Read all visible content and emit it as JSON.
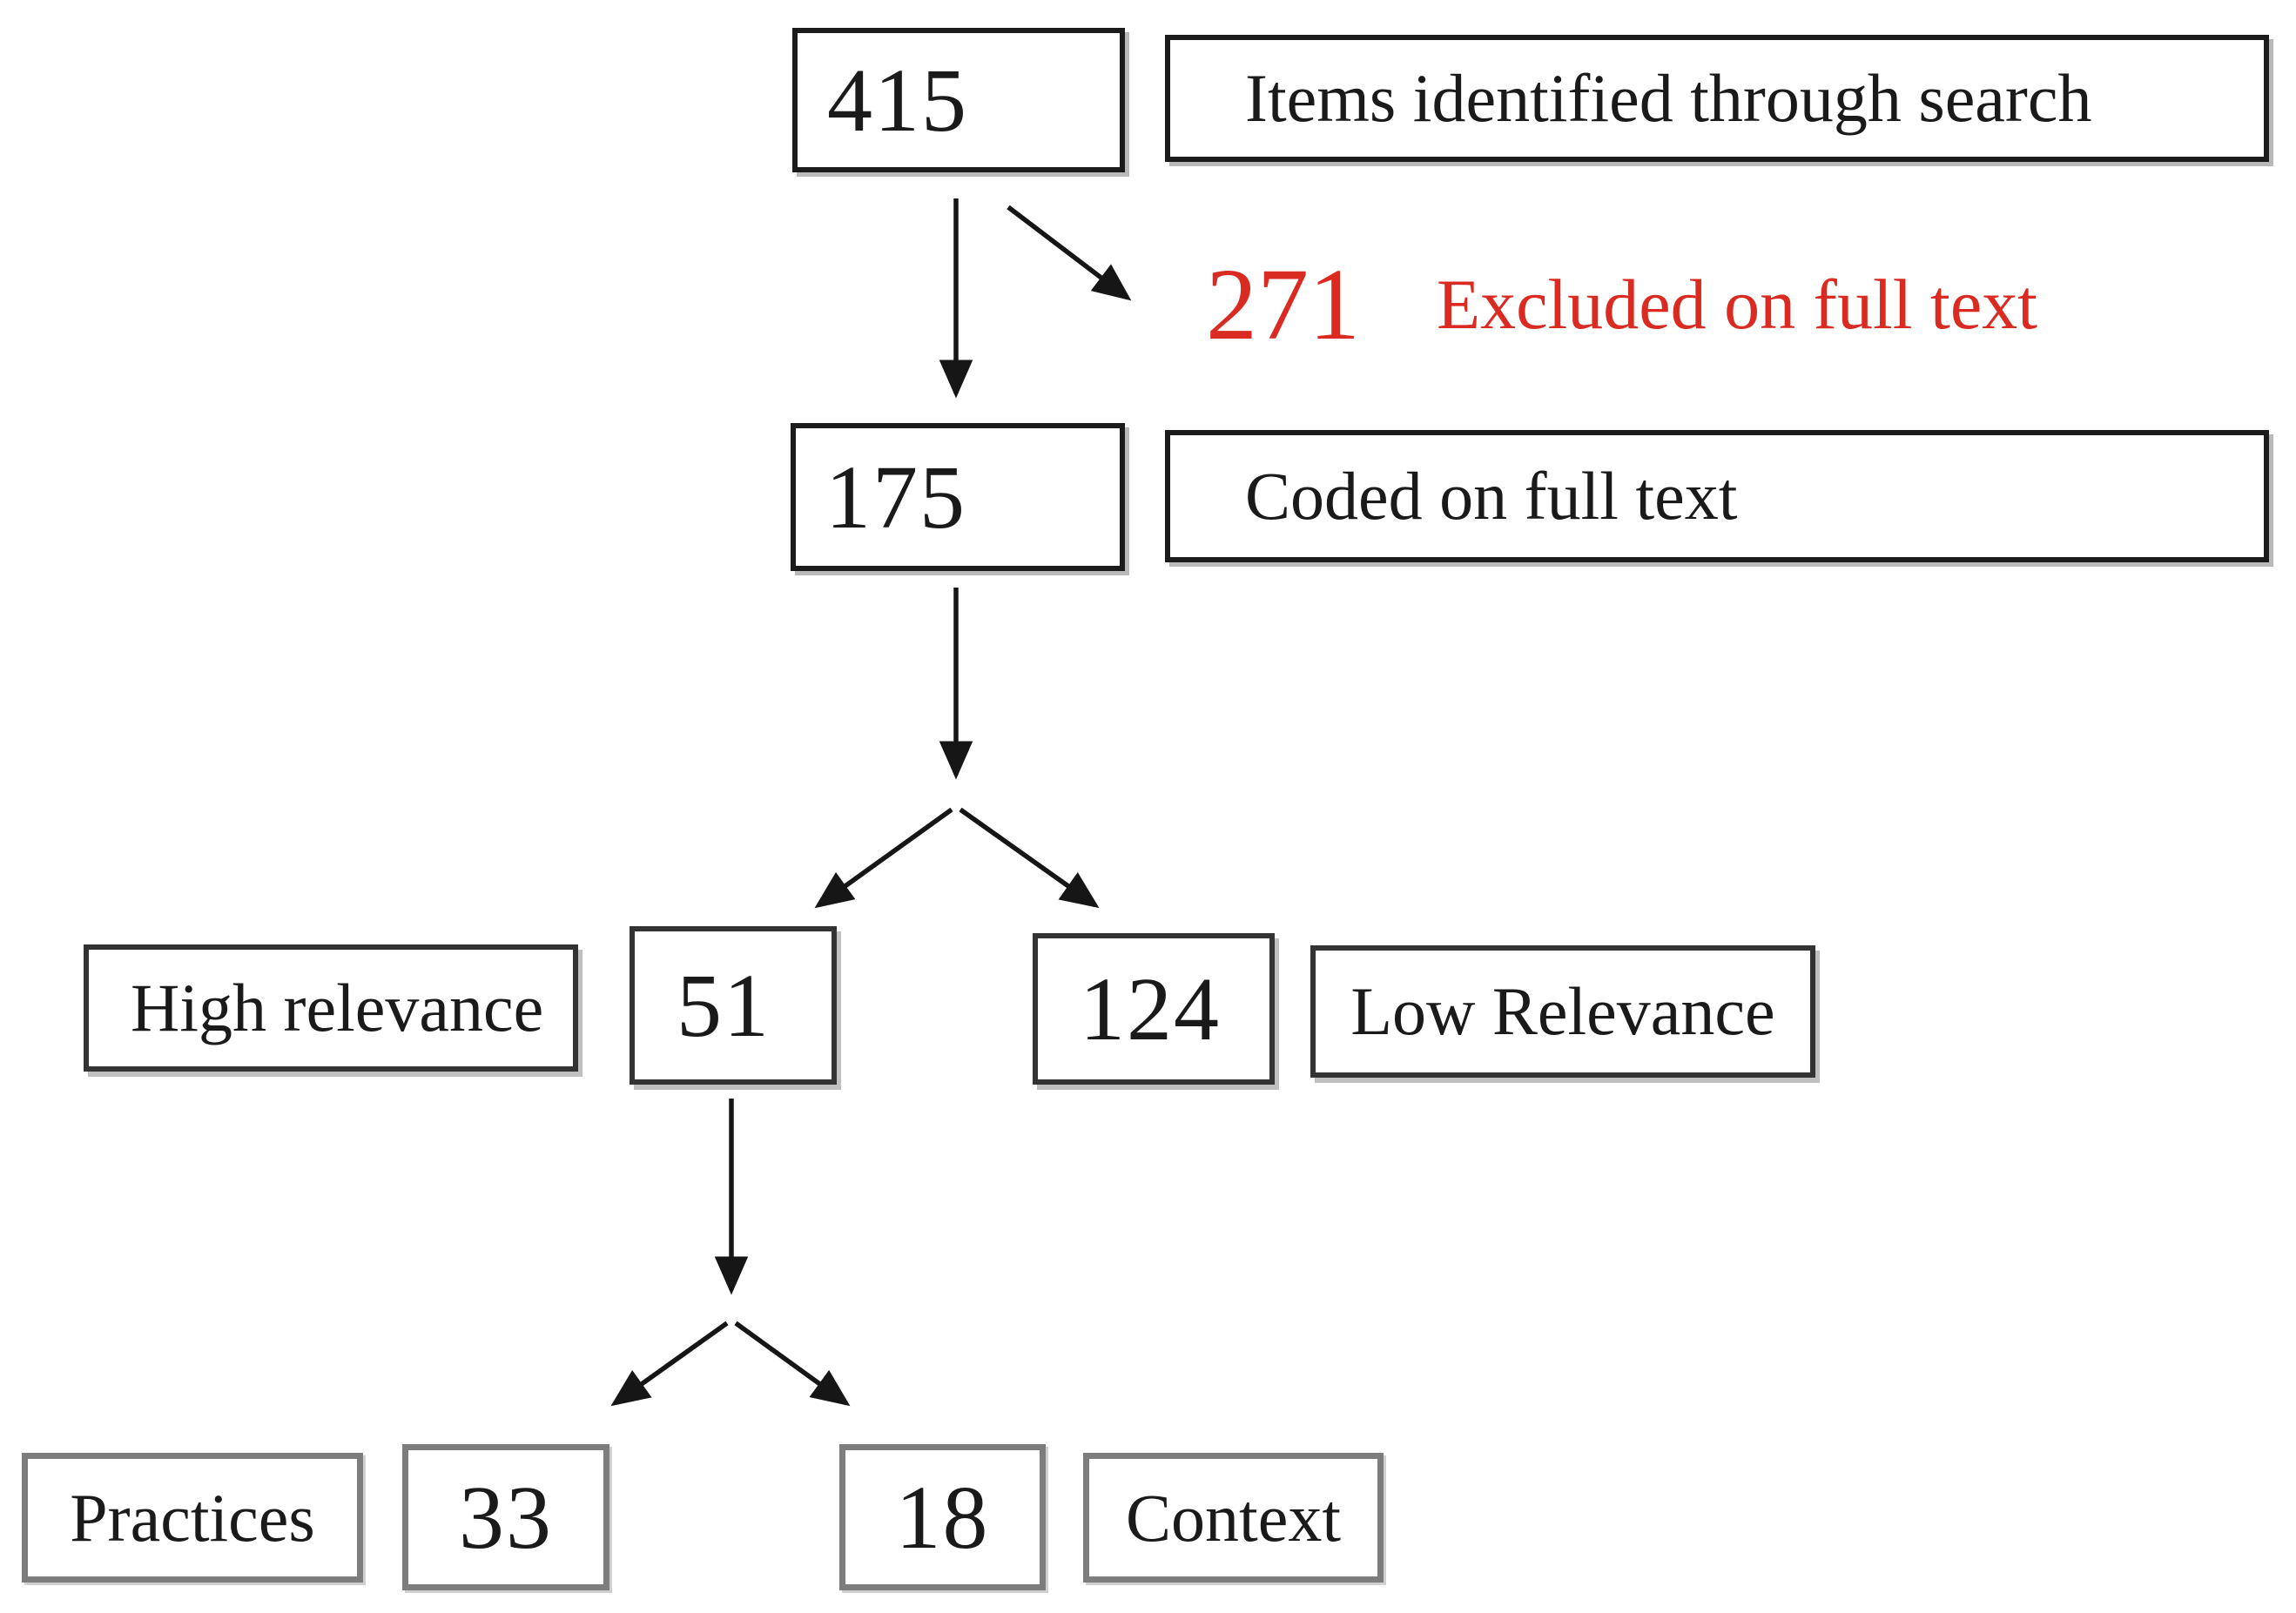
{
  "figure": {
    "type": "flow-diagram",
    "description": "Literature screening flow diagram"
  },
  "colors": {
    "background": "#ffffff",
    "box_border_dark": "#1b1b1b",
    "box_border_mid": "#333333",
    "box_border_gray": "#7d7d7d",
    "arrow_black": "#161616",
    "excluded_red": "#d92b21"
  },
  "nodes": {
    "identified": {
      "count": "415",
      "label": "Items identified through search"
    },
    "excluded": {
      "count": "271",
      "label": "Excluded on full text"
    },
    "coded": {
      "count": "175",
      "label": "Coded on full text"
    },
    "high_relevance": {
      "count": "51",
      "label": "High relevance"
    },
    "low_relevance": {
      "count": "124",
      "label": "Low Relevance"
    },
    "practices": {
      "count": "33",
      "label": "Practices"
    },
    "context": {
      "count": "18",
      "label": "Context"
    }
  }
}
